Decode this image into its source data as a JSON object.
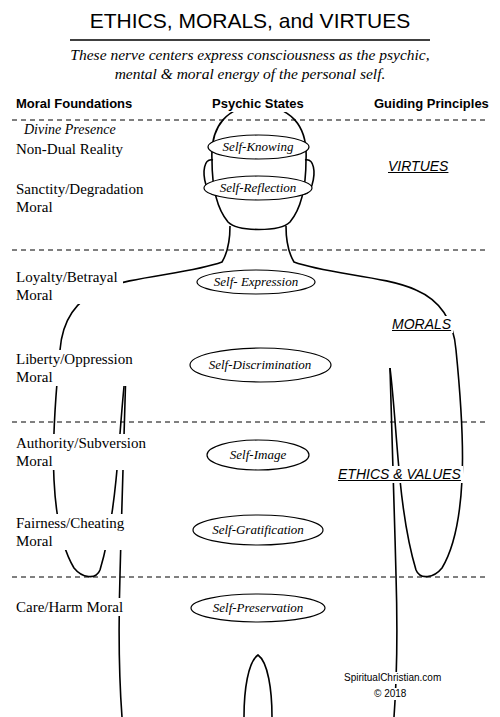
{
  "diagram": {
    "title": "ETHICS, MORALS, and VIRTUES",
    "nodes": [
      {
        "text": [
          "Self-Knowing"
        ]
      },
      {
        "text": [
          "Self-Reflection"
        ]
      },
      {
        "text": [
          "Self- Expression"
        ]
      },
      {
        "text": [
          "Self-Discrimination"
        ]
      },
      {
        "text": [
          "Self-Image"
        ]
      },
      {
        "text": [
          "Self-Gratification"
        ]
      },
      {
        "text": [
          "Self-Preservation"
        ]
      }
    ],
    "labels": [
      "These nerve centers express consciousness as the psychic, mental & moral energy of the personal self.",
      "Moral Foundations",
      "Psychic States",
      "Guiding Principles",
      "Divine Presence",
      "Non-Dual Reality",
      "Sanctity/Degradation Moral",
      "VIRTUES",
      "Loyalty/Betrayal Moral",
      "MORALS",
      "Liberty/Oppression Moral",
      "Authority/Subversion Moral",
      "ETHICS & VALUES",
      "Fairness/Cheating Moral",
      "Care/Harm Moral",
      "SpiritualChristian.com",
      "© 2018"
    ]
  }
}
